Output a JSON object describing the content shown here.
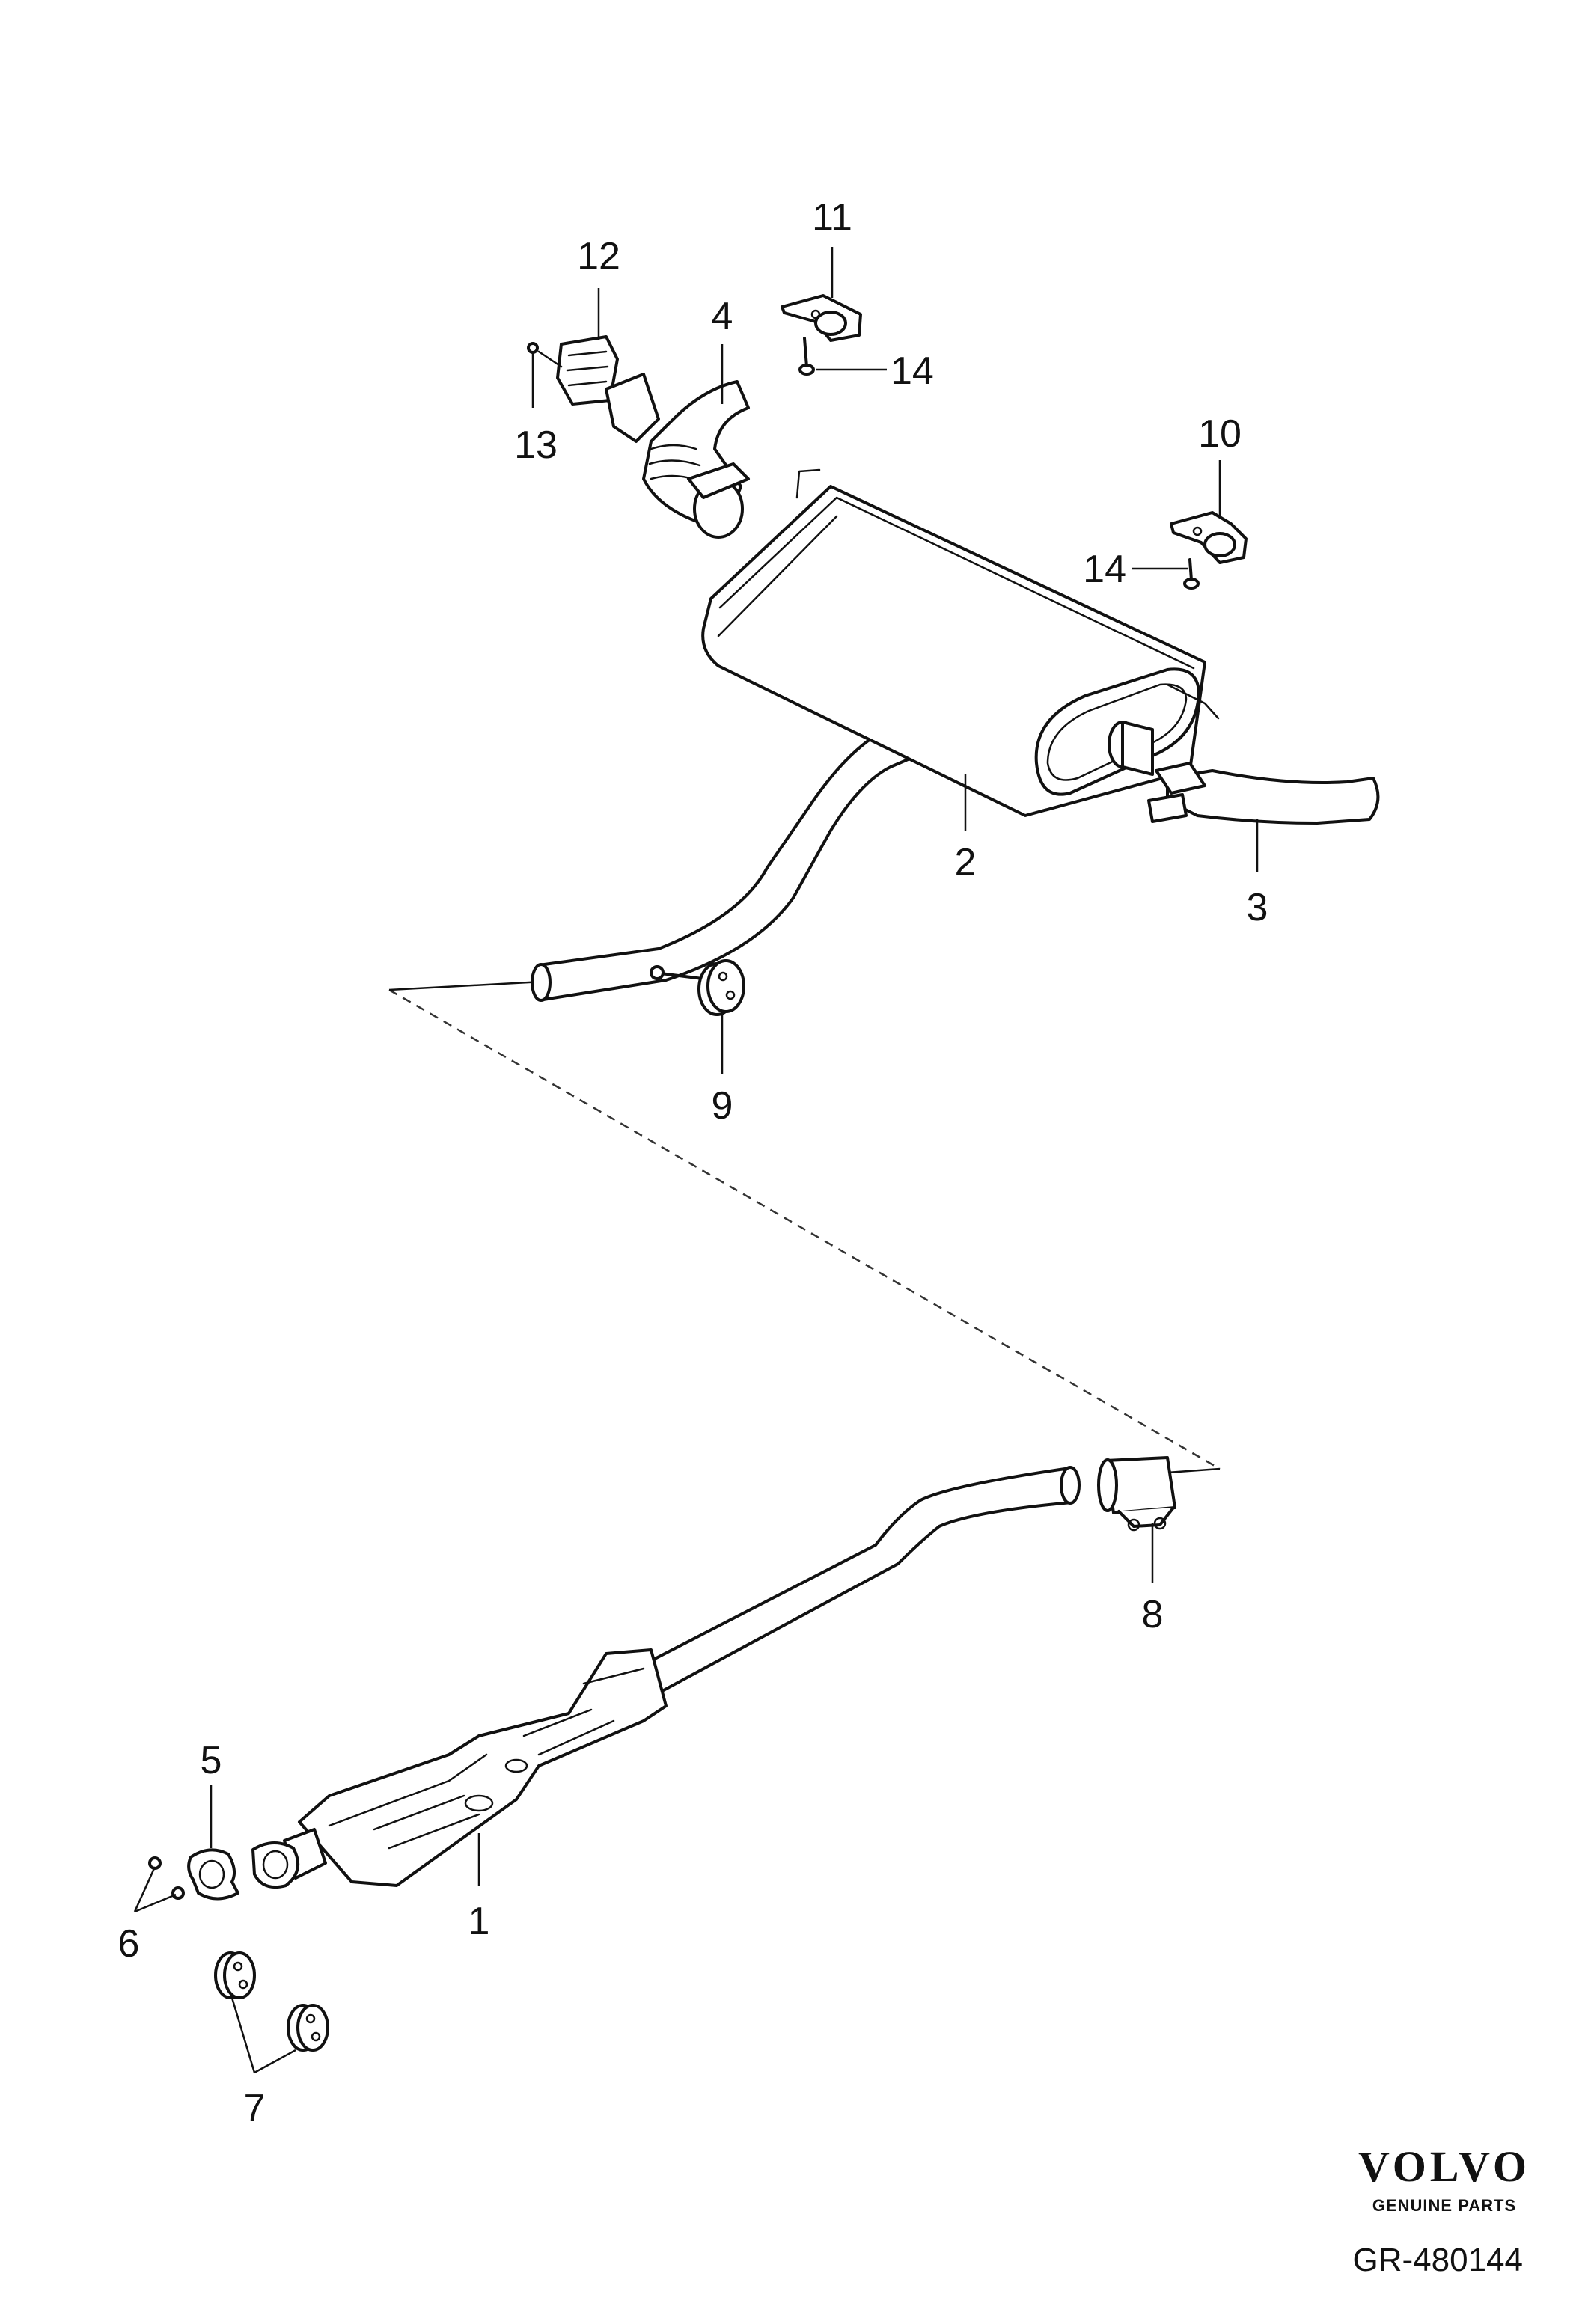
{
  "callouts": {
    "c1": "1",
    "c2": "2",
    "c3": "3",
    "c4": "4",
    "c5": "5",
    "c6": "6",
    "c7": "7",
    "c8": "8",
    "c9": "9",
    "c10": "10",
    "c11": "11",
    "c12": "12",
    "c13": "13",
    "c14a": "14",
    "c14b": "14"
  },
  "brand": {
    "logo_text": "VOLVO",
    "subtitle": "GENUINE PARTS",
    "color": "#111111"
  },
  "reference": "GR-480144",
  "colors": {
    "line": "#111111",
    "background": "#ffffff"
  }
}
